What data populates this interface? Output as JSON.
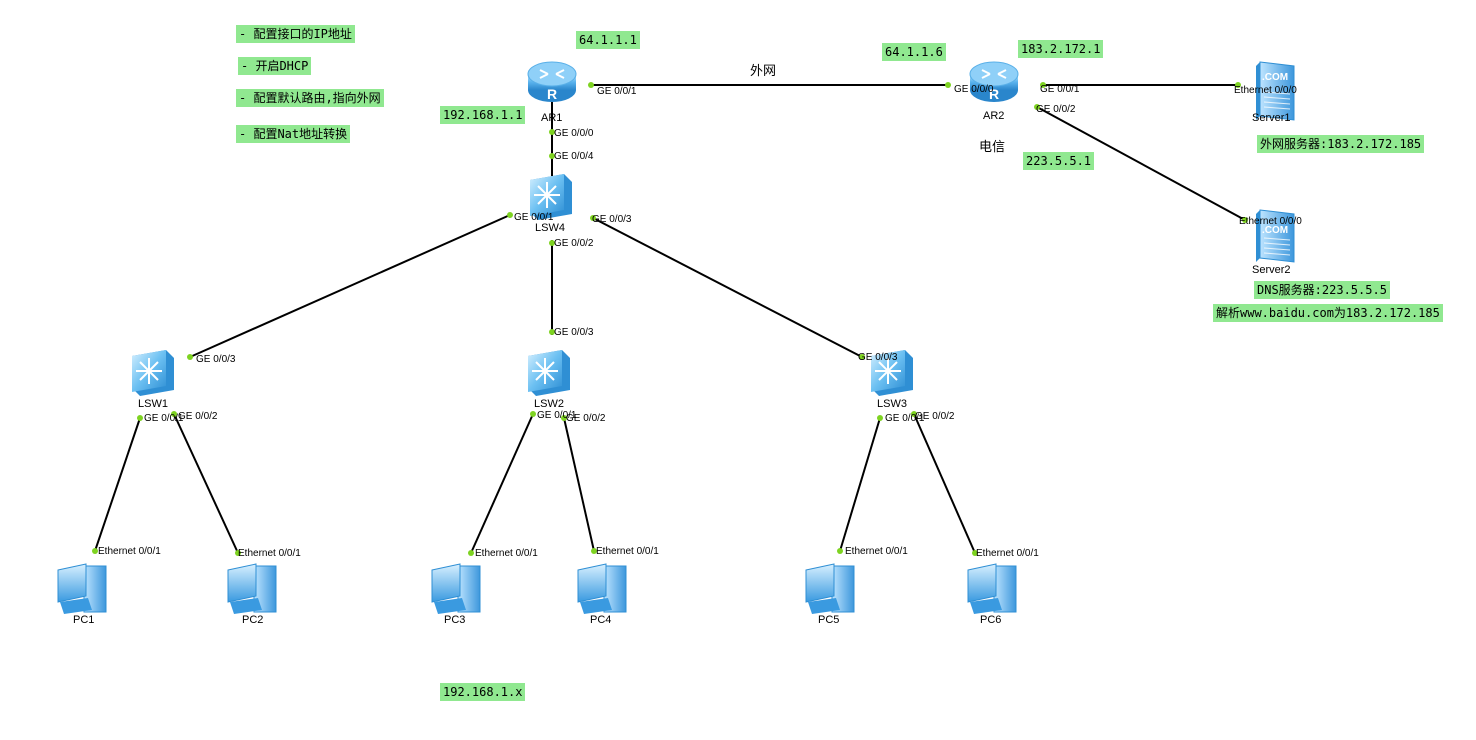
{
  "notes": {
    "task1": "- 配置接口的IP地址",
    "task2": "- 开启DHCP",
    "task3": "- 配置默认路由,指向外网",
    "task4": "- 配置Nat地址转换",
    "ar1_public_ip": "64.1.1.1",
    "ar2_public_ip": "64.1.1.6",
    "ar2_server_ip": "183.2.172.1",
    "ar2_dns_ip": "223.5.5.1",
    "lan_gateway_ip": "192.168.1.1",
    "lan_hosts_ip": "192.168.1.x",
    "server1_desc": "外网服务器:183.2.172.185",
    "server2_desc": "DNS服务器:223.5.5.5",
    "dns_resolve_desc": "解析www.baidu.com为183.2.172.185"
  },
  "labels": {
    "wan_link": "外网",
    "isp": "电信"
  },
  "devices": {
    "ar1": "AR1",
    "ar2": "AR2",
    "lsw1": "LSW1",
    "lsw2": "LSW2",
    "lsw3": "LSW3",
    "lsw4": "LSW4",
    "server1": "Server1",
    "server2": "Server2",
    "pc1": "PC1",
    "pc2": "PC2",
    "pc3": "PC3",
    "pc4": "PC4",
    "pc5": "PC5",
    "pc6": "PC6",
    "server_badge": ".COM"
  },
  "ports": {
    "ar1_g001": "GE 0/0/1",
    "ar1_g000": "GE 0/0/0",
    "ar2_g000": "GE 0/0/0",
    "ar2_g001": "GE 0/0/1",
    "ar2_g002": "GE 0/0/2",
    "server1_e000": "Ethernet 0/0/0",
    "server2_e000": "Ethernet 0/0/0",
    "lsw4_g004": "GE 0/0/4",
    "lsw4_g001": "GE 0/0/1",
    "lsw4_g002": "GE 0/0/2",
    "lsw4_g003": "GE 0/0/3",
    "lsw1_g003": "GE 0/0/3",
    "lsw1_g001": "GE 0/0/1",
    "lsw1_g002": "GE 0/0/2",
    "lsw2_g003": "GE 0/0/3",
    "lsw2_g001": "GE 0/0/1",
    "lsw2_g002": "GE 0/0/2",
    "lsw3_g003": "GE 0/0/3",
    "lsw3_g001": "GE 0/0/1",
    "lsw3_g002": "GE 0/0/2",
    "pc1_e001": "Ethernet 0/0/1",
    "pc2_e001": "Ethernet 0/0/1",
    "pc3_e001": "Ethernet 0/0/1",
    "pc4_e001": "Ethernet 0/0/1",
    "pc5_e001": "Ethernet 0/0/1",
    "pc6_e001": "Ethernet 0/0/1"
  },
  "colors": {
    "note_bg": "#90e890",
    "link": "#000000",
    "port_dot": "#7ed321",
    "device_blue": "#4aa8e8"
  }
}
